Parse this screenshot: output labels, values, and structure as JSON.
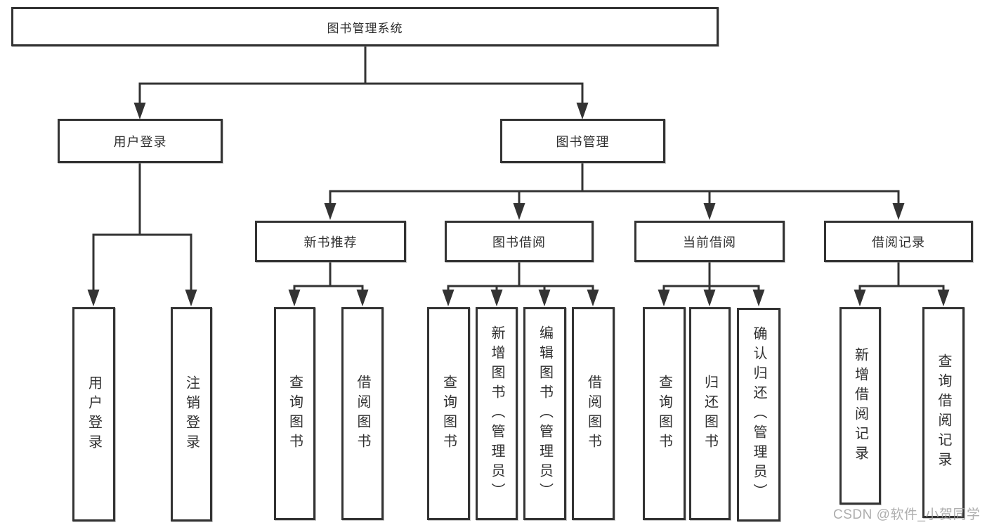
{
  "diagram_type": "hierarchy-tree",
  "tree": {
    "label": "图书管理系统",
    "children": [
      {
        "label": "用户登录",
        "children": [
          {
            "label": "用户登录"
          },
          {
            "label": "注销登录"
          }
        ]
      },
      {
        "label": "图书管理",
        "children": [
          {
            "label": "新书推荐",
            "children": [
              {
                "label": "查询图书"
              },
              {
                "label": "借阅图书"
              }
            ]
          },
          {
            "label": "图书借阅",
            "children": [
              {
                "label": "查询图书"
              },
              {
                "label": "新增图书（管理员）"
              },
              {
                "label": "编辑图书（管理员）"
              },
              {
                "label": "借阅图书"
              }
            ]
          },
          {
            "label": "当前借阅",
            "children": [
              {
                "label": "查询图书"
              },
              {
                "label": "归还图书"
              },
              {
                "label": "确认归还（管理员）"
              }
            ]
          },
          {
            "label": "借阅记录",
            "children": [
              {
                "label": "新增借阅记录"
              },
              {
                "label": "查询借阅记录"
              }
            ]
          }
        ]
      }
    ]
  },
  "watermark": {
    "text": "CSDN @软件_小贺同学"
  },
  "colors": {
    "line": "#333333",
    "box_border": "#333333",
    "box_fill": "#ffffff",
    "text": "#2f2f2f",
    "watermark": "#a0a0a0"
  }
}
